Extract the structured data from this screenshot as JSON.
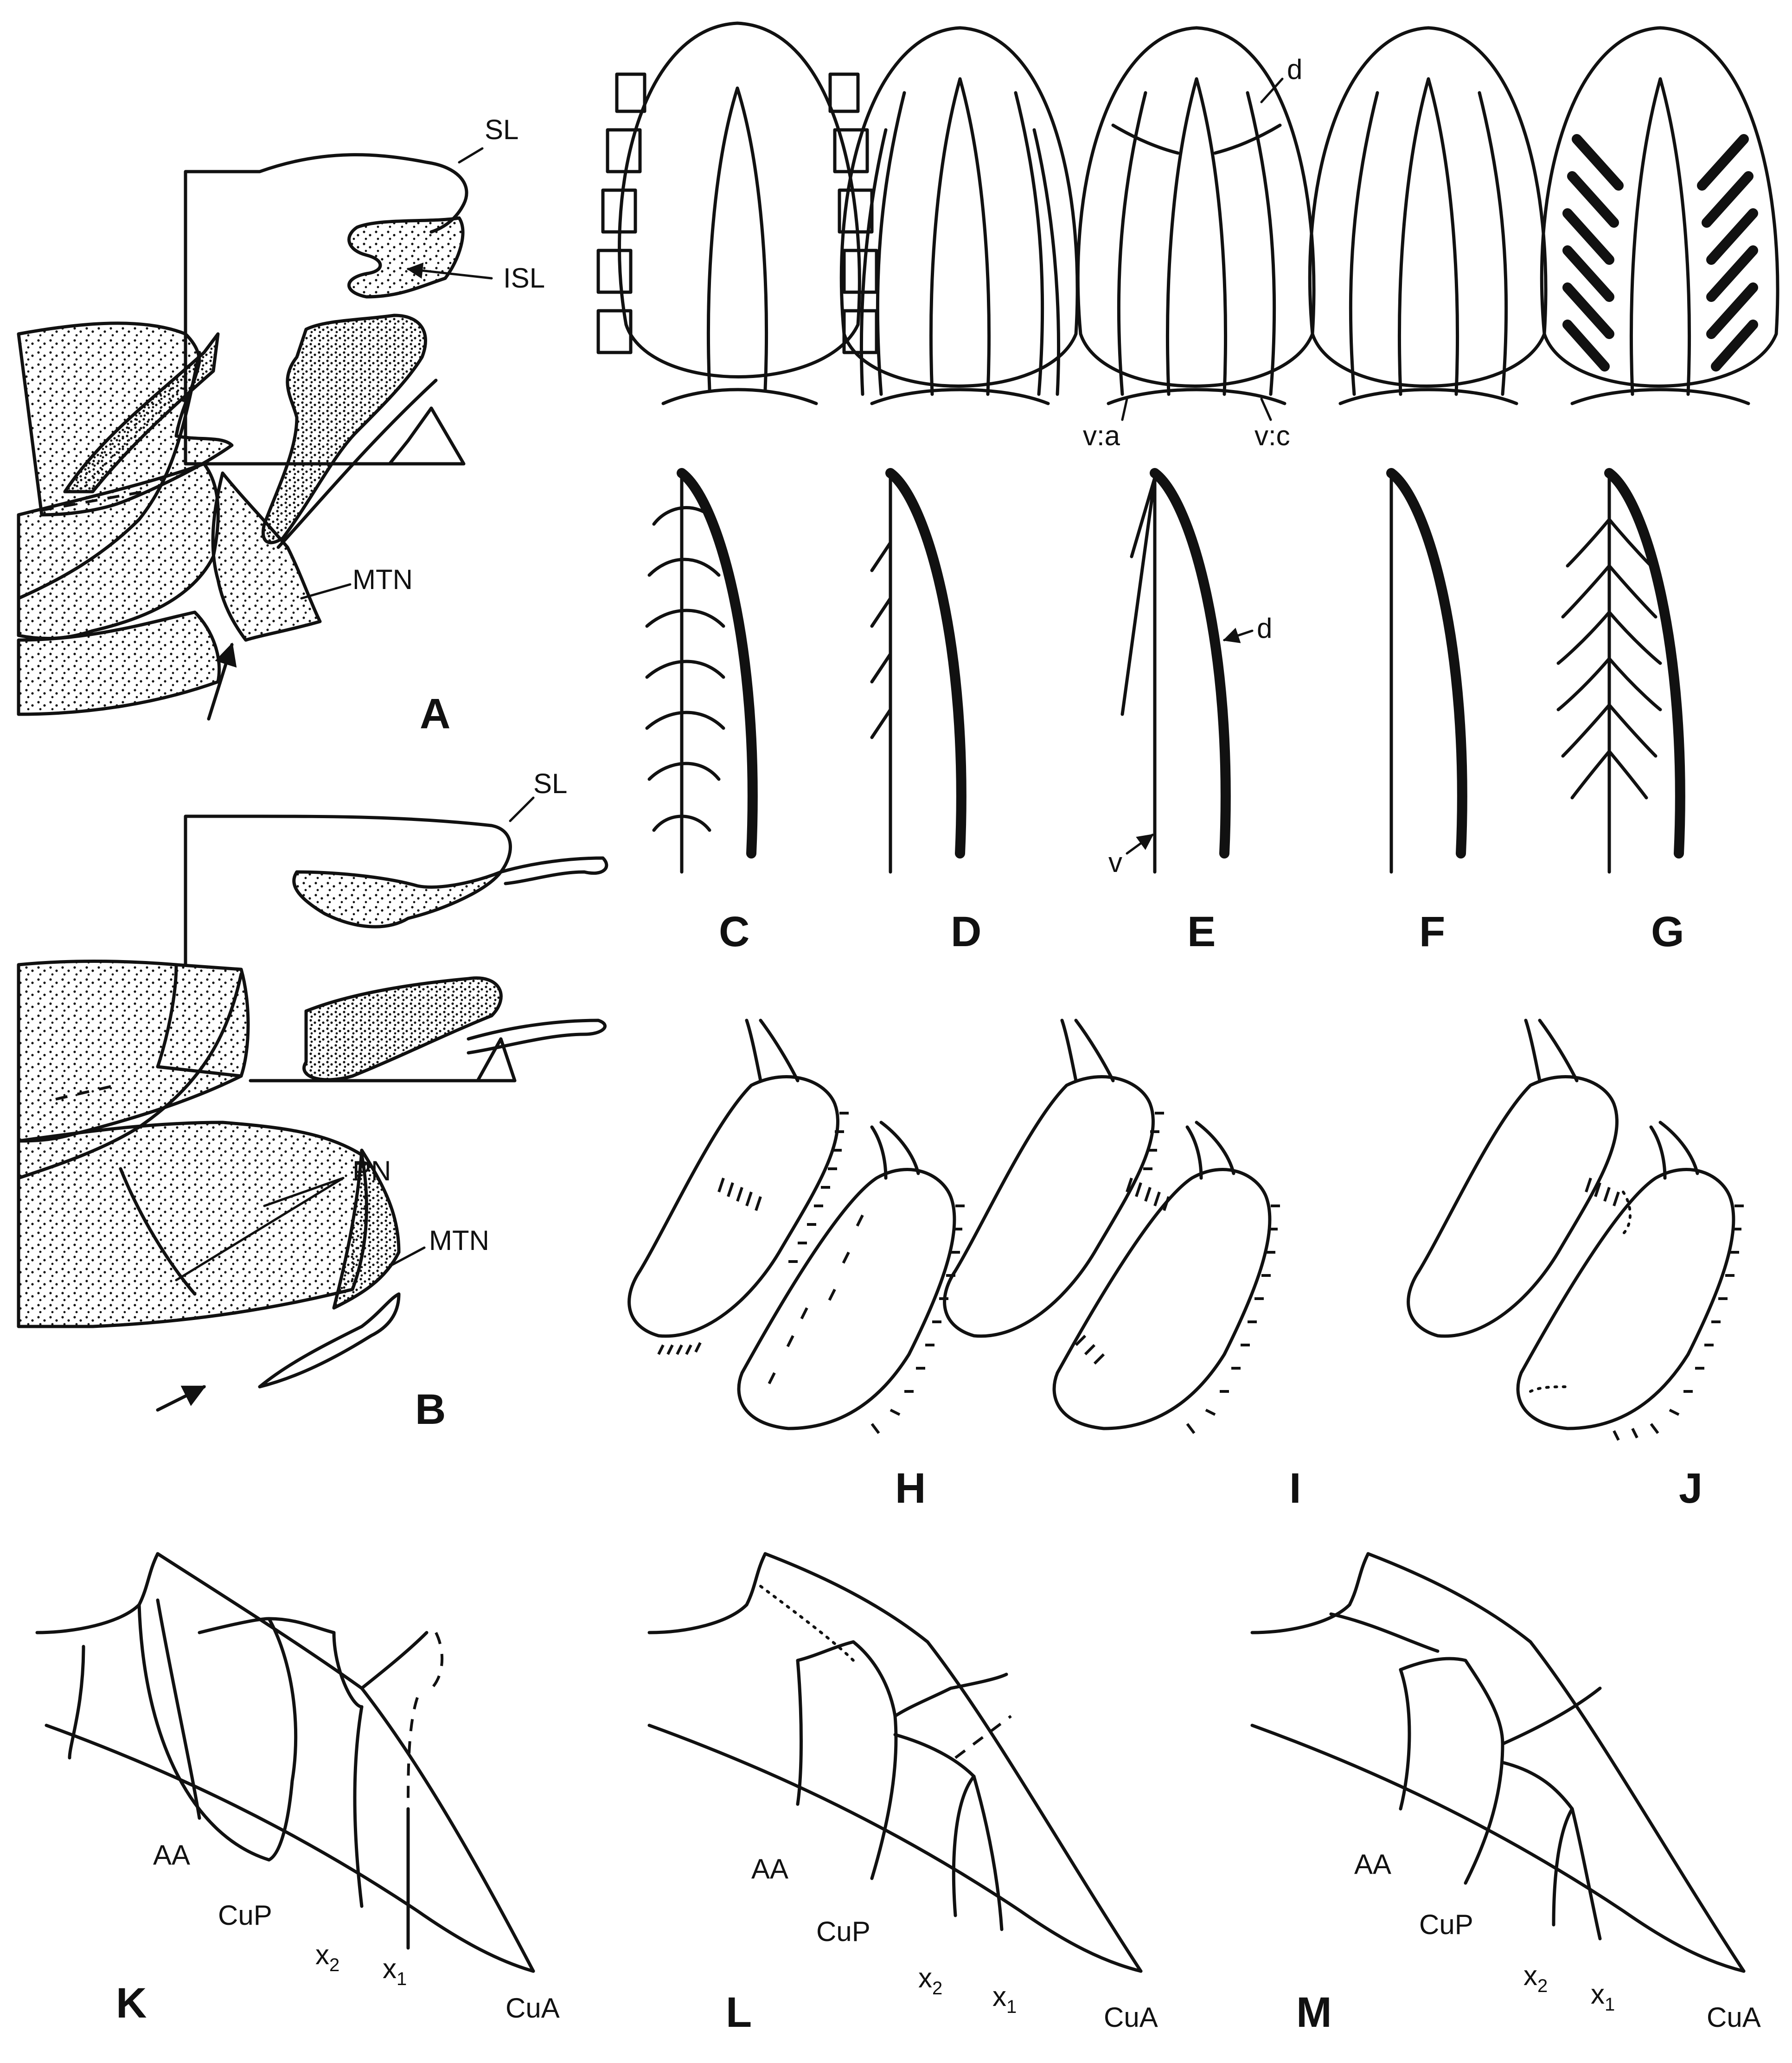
{
  "panels": {
    "A": "A",
    "B": "B",
    "C": "C",
    "D": "D",
    "E": "E",
    "F": "F",
    "G": "G",
    "H": "H",
    "I": "I",
    "J": "J",
    "K": "K",
    "L": "L",
    "M": "M"
  },
  "labels": {
    "a_sl": "SL",
    "a_isl": "ISL",
    "a_mtn": "MTN",
    "b_sl": "SL",
    "b_pn": "PN",
    "b_mtn": "MTN",
    "top_d": "d",
    "top_va": "v:a",
    "top_vc": "v:c",
    "e_d": "d",
    "e_v": "v"
  },
  "veins": {
    "aa": "AA",
    "cup": "CuP",
    "x": "x",
    "sub2": "2",
    "sub1": "1",
    "cua": "CuA"
  }
}
